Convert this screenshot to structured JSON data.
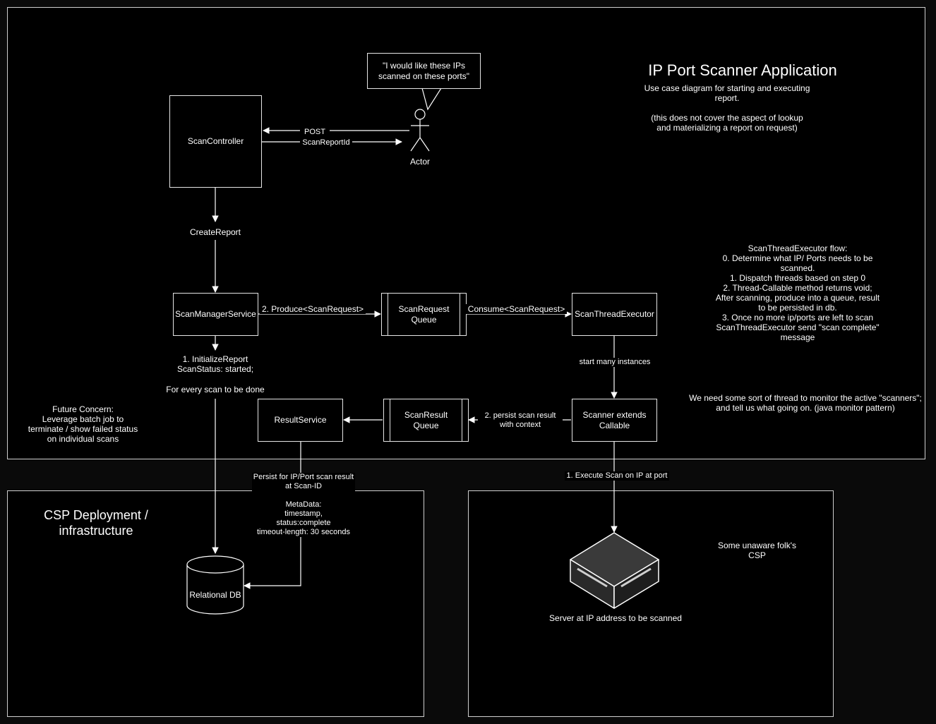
{
  "app": {
    "title": "IP Port Scanner Application",
    "subtitle": "Use case diagram for starting and executing\nreport.\n\n(this does not cover the aspect of lookup\nand materializing a report on request)"
  },
  "actor": {
    "name": "Actor",
    "quote": "\"I would like these IPs\nscanned on these ports\""
  },
  "nodes": {
    "scan_controller": "ScanController",
    "scan_manager_service": "ScanManagerService",
    "scan_request_queue": "ScanRequest\nQueue",
    "scan_thread_executor": "ScanThreadExecutor",
    "scanner": "Scanner extends\nCallable",
    "scan_result_queue": "ScanResult\nQueue",
    "result_service": "ResultService",
    "relational_db": "Relational DB",
    "server": "Server at IP address to be scanned"
  },
  "edges": {
    "post": "POST",
    "scan_report_id": "ScanReportId",
    "create_report": "CreateReport",
    "produce": "2. Produce<ScanRequest>",
    "consume": "Consume<ScanRequest>",
    "start_many": "start many instances",
    "persist_scan": "2. persist scan result\nwith context",
    "initialize_report": "1. InitializeReport\nScanStatus: started;",
    "for_every_scan": "For every scan to be done",
    "execute_scan": "1. Execute Scan on IP at port",
    "persist_result": "Persist for IP/Port scan result\nat Scan-ID\n\nMetaData:\ntimestamp,\nstatus:complete\ntimeout-length: 30 seconds"
  },
  "notes": {
    "executor_flow": "ScanThreadExecutor flow:\n0. Determine what IP/ Ports needs to be\nscanned.\n1. Dispatch threads based on step 0\n2. Thread-Callable method returns void;\nAfter scanning, produce into a queue, result\nto be persisted in db.\n3. Once no more ip/ports are left to scan\nScanThreadExecutor send \"scan complete\"\nmessage",
    "monitor": "We need some sort of thread to monitor the active \"scanners\";\nand tell us what going on. (java monitor pattern)",
    "future_concern": "Future Concern:\nLeverage batch job to\nterminate / show failed status\non individual scans"
  },
  "regions": {
    "csp_deployment": "CSP Deployment /\ninfrastructure",
    "unaware_csp": "Some unaware folk's\nCSP"
  },
  "colors": {
    "background": "#000000",
    "line": "#ffffff",
    "server_top": "#3a3a3a",
    "server_side": "#1e1e1e"
  }
}
